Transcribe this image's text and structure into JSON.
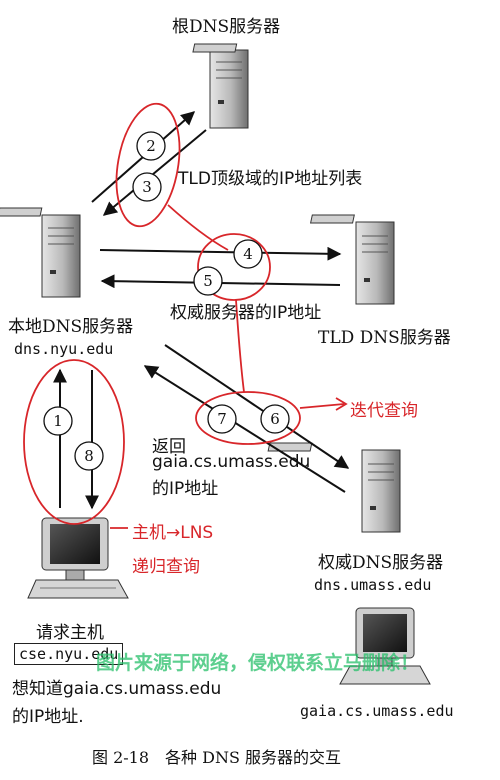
{
  "servers": {
    "root": "根DNS服务器",
    "local": "本地DNS服务器",
    "local_host": "dns.nyu.edu",
    "tld": "TLD DNS服务器",
    "authoritative": "权威DNS服务器",
    "auth_host": "dns.umass.edu"
  },
  "hosts": {
    "requesting": "请求主机",
    "requesting_host": "cse.nyu.edu",
    "target_host": "gaia.cs.umass.edu"
  },
  "steps": [
    "1",
    "2",
    "3",
    "4",
    "5",
    "6",
    "7",
    "8"
  ],
  "annotations": {
    "tld_list": "TLD顶级域的IP地址列表",
    "auth_ip": "权威服务器的IP地址",
    "iterative": "迭代查询",
    "return_line1": "返回",
    "return_line2": "gaia.cs.umass.edu",
    "return_line3": "的IP地址",
    "recursive_line1": "主机→LNS",
    "recursive_line2": "递归查询",
    "want_line1": "想知道gaia.cs.umass.edu",
    "want_line2": "的IP地址."
  },
  "watermark": "图片来源于网络，侵权联系立马删除！",
  "caption": "图 2-18　各种 DNS 服务器的交互",
  "colors": {
    "annotation": "#d8262a",
    "watermark": "#27c06a"
  }
}
